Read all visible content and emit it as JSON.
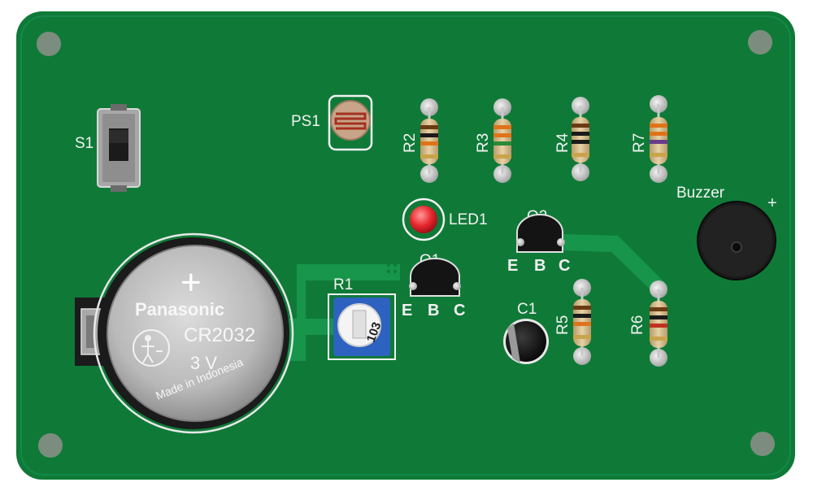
{
  "board": {
    "labels": {
      "s1": "S1",
      "ps1": "PS1",
      "r1": "R1",
      "r2": "R2",
      "r3": "R3",
      "r4": "R4",
      "r5": "R5",
      "r6": "R6",
      "r7": "R7",
      "led1": "LED1",
      "q1": "Q1",
      "q2": "Q2",
      "c1": "C1",
      "buzzer": "Buzzer",
      "buzzer_plus": "+",
      "q1_e": "E",
      "q1_b": "B",
      "q1_c": "C",
      "q2_e": "E",
      "q2_b": "B",
      "q2_c": "C"
    },
    "battery": {
      "brand": "Panasonic",
      "model": "CR2032",
      "voltage": "3 V",
      "origin": "Made in Indonesia",
      "plus": "+"
    },
    "trimmer_code": "103"
  },
  "colors": {
    "pcb": "#0f7a37",
    "silkscreen": "#f2f2f2",
    "led": "#e8262d"
  }
}
